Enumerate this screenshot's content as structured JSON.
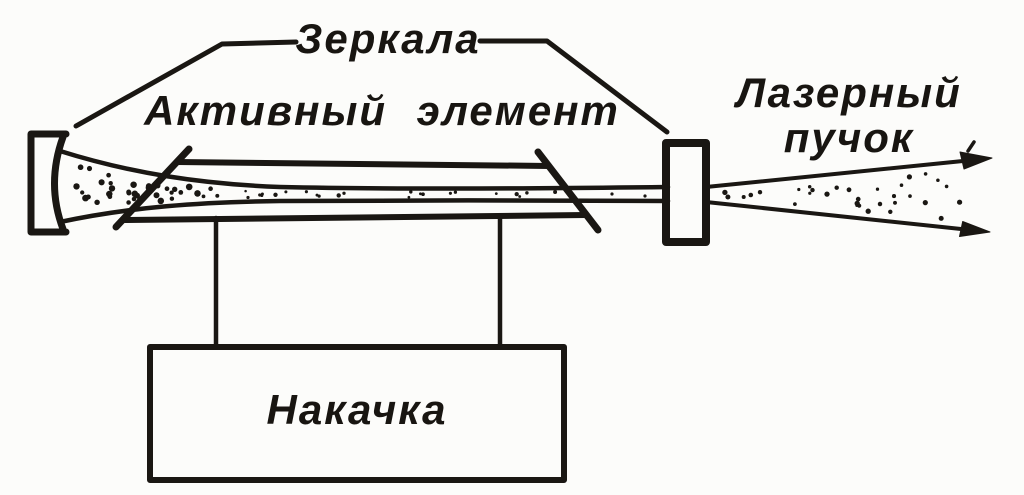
{
  "colors": {
    "background": "#fcfcfa",
    "ink": "#1a1713"
  },
  "labels": {
    "mirrors": "Зеркала",
    "active_element": "Активный элемент",
    "laser_beam": {
      "line1": "Лазерный",
      "line2": "пучок"
    },
    "pump": "Накачка"
  }
}
